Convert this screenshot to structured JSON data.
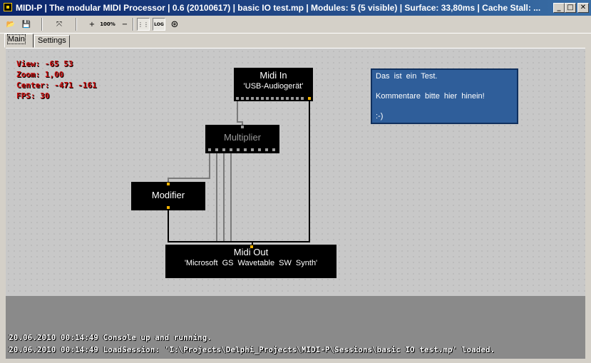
{
  "window": {
    "title": "MIDI-P | The modular MIDI Processor | 0.6 (20100617) | basic IO test.mp | Modules: 5 (5 visible) | Surface: 33,80ms | Cache Stall: ...",
    "minimize_glyph": "_",
    "maximize_glyph": "□",
    "close_glyph": "✕"
  },
  "toolbar": {
    "open_glyph": "📂",
    "save_glyph": "💾",
    "arrange_glyph": "⤧",
    "zoom_in_glyph": "+",
    "zoom_100_label": "100%",
    "zoom_out_glyph": "−",
    "grid_label": "⋮⋮",
    "log_label": "LOG",
    "midi_glyph": "⊛"
  },
  "tabs": [
    {
      "label": "Main",
      "active": true
    },
    {
      "label": "Settings",
      "active": false
    }
  ],
  "stats": {
    "view": "View: -65 53",
    "zoom": "Zoom: 1,00",
    "center": "Center: -471 -161",
    "fps": "FPS: 30"
  },
  "modules": {
    "midi_in": {
      "name": "Midi In",
      "subtitle": "'USB-Audiogerät'"
    },
    "multiplier": {
      "name": "Multiplier"
    },
    "modifier": {
      "name": "Modifier"
    },
    "midi_out": {
      "name": "Midi Out",
      "subtitle": "'Microsoft GS Wavetable SW Synth'"
    }
  },
  "comment": {
    "lines": [
      "Das ist ein Test.",
      "",
      "Kommentare bitte hier hinein!",
      "",
      ":-)"
    ]
  },
  "console": {
    "lines": [
      "20.06.2010 00:14:49 Console up and running.",
      "20.06.2010 00:14:49 LoadSession: 'I:\\Projects\\Delphi_Projects\\MIDI-P\\Sessions\\basic IO test.mp' loaded."
    ]
  },
  "colors": {
    "module_bg": "#000000",
    "port_active": "#f0b000",
    "comment_bg": "#2f5e9a",
    "stat_text": "#cc1010"
  }
}
